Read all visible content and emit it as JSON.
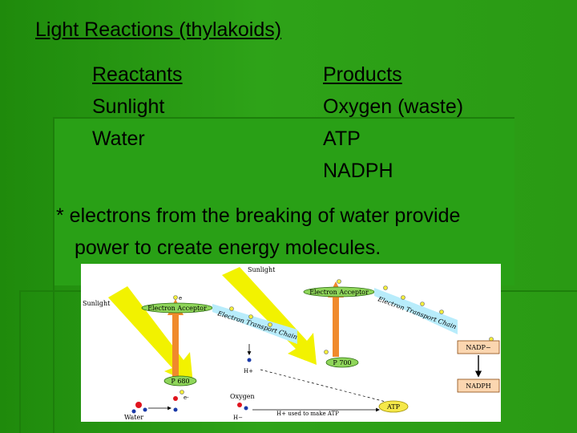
{
  "slide": {
    "title": "Light Reactions (thylakoids)",
    "reactants": {
      "heading": "Reactants",
      "items": [
        "Sunlight",
        "Water"
      ]
    },
    "products": {
      "heading": "Products",
      "items": [
        "Oxygen (waste)",
        "ATP",
        "NADPH"
      ]
    },
    "note": {
      "line1": "* electrons from the breaking of water provide",
      "line2": "power to create energy molecules."
    }
  },
  "diagram": {
    "labels": {
      "sunlight_left": "Sunlight",
      "sunlight_top": "Sunlight",
      "electron_acceptor_1": "Electron Acceptor",
      "electron_acceptor_2": "Electron Acceptor",
      "etc_1": "Electron Transport Chain",
      "etc_2": "Electron Transport Chain",
      "p680": "P 680",
      "p700": "P 700",
      "e_small": "e",
      "e_minus": "e-",
      "h_plus_1": "H+",
      "h_minus": "H−",
      "oxygen": "Oxygen",
      "water": "Water",
      "h_used": "H+ used to make ATP",
      "atp": "ATP",
      "nadp": "NADP−",
      "nadph": "NADPH"
    },
    "colors": {
      "acceptor_fill": "#8fd65a",
      "etc_fill": "#b8ecfb",
      "sun_arrow": "#f2f200",
      "energy_arrow": "#f08a2c",
      "nadp_fill": "#fbd6b0",
      "atp_fill": "#f5e84a",
      "electron_dot": "#f4ee3a",
      "water_red": "#e0141e",
      "water_blue": "#1a3aa8"
    }
  }
}
